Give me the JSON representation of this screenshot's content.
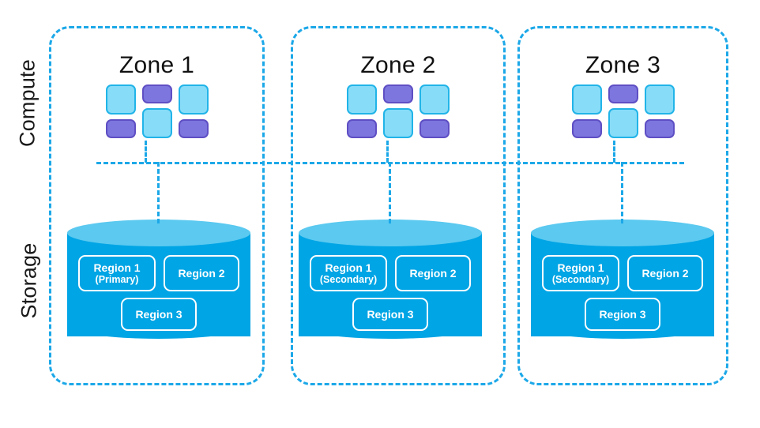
{
  "axis_labels": {
    "compute": "Compute",
    "storage": "Storage"
  },
  "colors": {
    "dashed_border": "#1CA8E8",
    "tile_square": "#87DCF8",
    "tile_square_border": "#21B4E8",
    "tile_bar": "#7C76DE",
    "tile_bar_border": "#5F4FC4",
    "cylinder_body": "#00A5E5",
    "cylinder_top": "#5BC9F0",
    "region_outline": "#FFFFFF",
    "title_text": "#111111",
    "background": "#FFFFFF"
  },
  "zones": [
    {
      "title": "Zone 1",
      "compute": {
        "tiles": [
          {
            "shape": "square",
            "color": "light-blue"
          },
          {
            "shape": "bar",
            "color": "purple"
          },
          {
            "shape": "bar",
            "color": "purple"
          },
          {
            "shape": "square",
            "color": "light-blue"
          },
          {
            "shape": "square",
            "color": "light-blue"
          },
          {
            "shape": "bar",
            "color": "purple"
          }
        ]
      },
      "storage": {
        "regions": [
          {
            "name": "Region 1",
            "sub": "(Primary)"
          },
          {
            "name": "Region 2",
            "sub": ""
          },
          {
            "name": "Region 3",
            "sub": ""
          }
        ]
      }
    },
    {
      "title": "Zone 2",
      "compute": {
        "tiles": [
          {
            "shape": "square",
            "color": "light-blue"
          },
          {
            "shape": "bar",
            "color": "purple"
          },
          {
            "shape": "bar",
            "color": "purple"
          },
          {
            "shape": "square",
            "color": "light-blue"
          },
          {
            "shape": "square",
            "color": "light-blue"
          },
          {
            "shape": "bar",
            "color": "purple"
          }
        ]
      },
      "storage": {
        "regions": [
          {
            "name": "Region 1",
            "sub": "(Secondary)"
          },
          {
            "name": "Region 2",
            "sub": ""
          },
          {
            "name": "Region 3",
            "sub": ""
          }
        ]
      }
    },
    {
      "title": "Zone 3",
      "compute": {
        "tiles": [
          {
            "shape": "square",
            "color": "light-blue"
          },
          {
            "shape": "bar",
            "color": "purple"
          },
          {
            "shape": "bar",
            "color": "purple"
          },
          {
            "shape": "square",
            "color": "light-blue"
          },
          {
            "shape": "square",
            "color": "light-blue"
          },
          {
            "shape": "bar",
            "color": "purple"
          }
        ]
      },
      "storage": {
        "regions": [
          {
            "name": "Region 1",
            "sub": "(Secondary)"
          },
          {
            "name": "Region 2",
            "sub": ""
          },
          {
            "name": "Region 3",
            "sub": ""
          }
        ]
      }
    }
  ]
}
